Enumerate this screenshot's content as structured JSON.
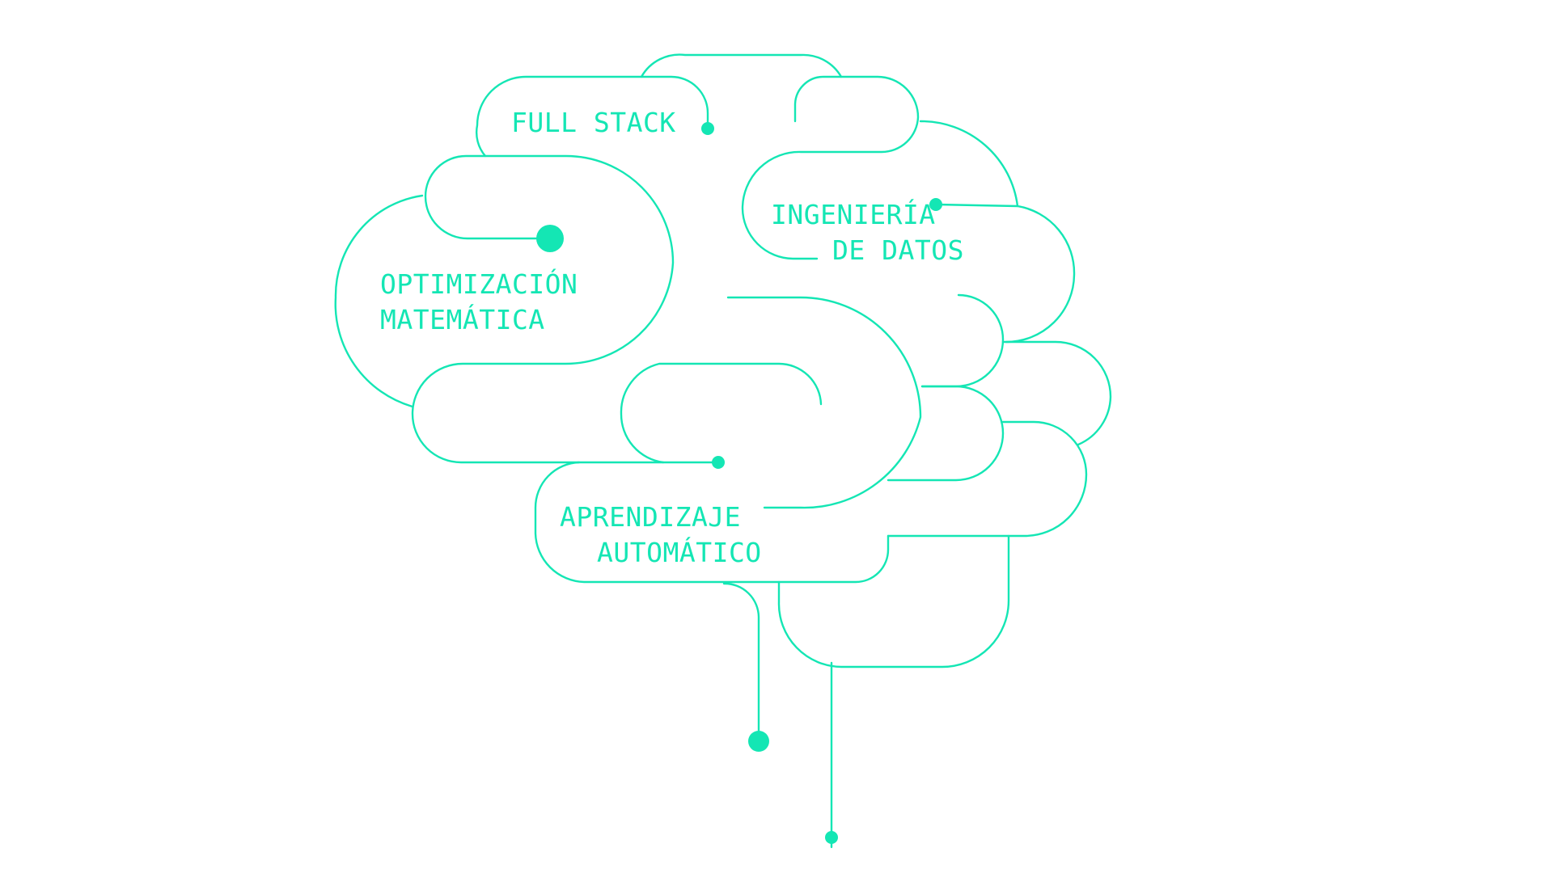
{
  "colors": {
    "accent": "#14e6b4",
    "background": "#ffffff"
  },
  "labels": {
    "full_stack": [
      "FULL STACK"
    ],
    "ingenieria": [
      "INGENIERÍA",
      "DE DATOS"
    ],
    "optimizacion": [
      "OPTIMIZACIÓN",
      "MATEMÁTICA"
    ],
    "aprendizaje": [
      "APRENDIZAJE",
      "AUTOMÁTICO"
    ]
  }
}
